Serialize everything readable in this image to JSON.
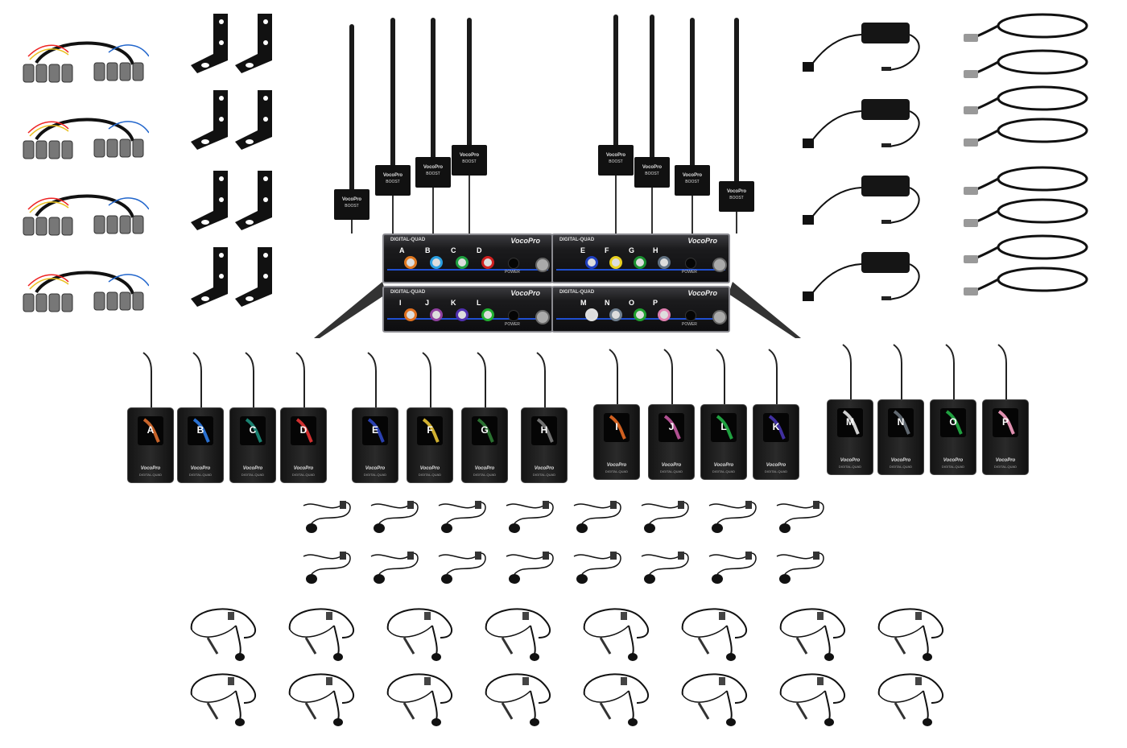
{
  "brand": "VocoPro",
  "model": "DIGITAL-QUAD",
  "booster_label": "BOOST",
  "power_label": "POWER",
  "receivers": [
    {
      "channels": [
        {
          "letter": "A",
          "color": "#e07820"
        },
        {
          "letter": "B",
          "color": "#2a9ee0"
        },
        {
          "letter": "C",
          "color": "#1fa040"
        },
        {
          "letter": "D",
          "color": "#d02020"
        }
      ]
    },
    {
      "channels": [
        {
          "letter": "E",
          "color": "#2040c0"
        },
        {
          "letter": "F",
          "color": "#e8d020"
        },
        {
          "letter": "G",
          "color": "#1a9030"
        },
        {
          "letter": "H",
          "color": "#607080"
        }
      ]
    },
    {
      "channels": [
        {
          "letter": "I",
          "color": "#e07020"
        },
        {
          "letter": "J",
          "color": "#9040a0"
        },
        {
          "letter": "K",
          "color": "#5030b0"
        },
        {
          "letter": "L",
          "color": "#20b030"
        }
      ]
    },
    {
      "channels": [
        {
          "letter": "M",
          "color": "#e0e0e0"
        },
        {
          "letter": "N",
          "color": "#708090"
        },
        {
          "letter": "O",
          "color": "#20a030"
        },
        {
          "letter": "P",
          "color": "#e080b0"
        }
      ]
    }
  ],
  "bodypacks": [
    {
      "letter": "A",
      "color": "#c8642a"
    },
    {
      "letter": "B",
      "color": "#2a70d0"
    },
    {
      "letter": "C",
      "color": "#1a8070"
    },
    {
      "letter": "D",
      "color": "#d03030"
    },
    {
      "letter": "E",
      "color": "#2a40b0"
    },
    {
      "letter": "F",
      "color": "#d0b030"
    },
    {
      "letter": "G",
      "color": "#2a7030"
    },
    {
      "letter": "H",
      "color": "#707070"
    },
    {
      "letter": "I",
      "color": "#d06020"
    },
    {
      "letter": "J",
      "color": "#b05090"
    },
    {
      "letter": "L",
      "color": "#20a040"
    },
    {
      "letter": "K",
      "color": "#4030a0"
    },
    {
      "letter": "M",
      "color": "#d0d0d0"
    },
    {
      "letter": "N",
      "color": "#606870"
    },
    {
      "letter": "O",
      "color": "#20a040"
    },
    {
      "letter": "P",
      "color": "#e090b0"
    }
  ]
}
